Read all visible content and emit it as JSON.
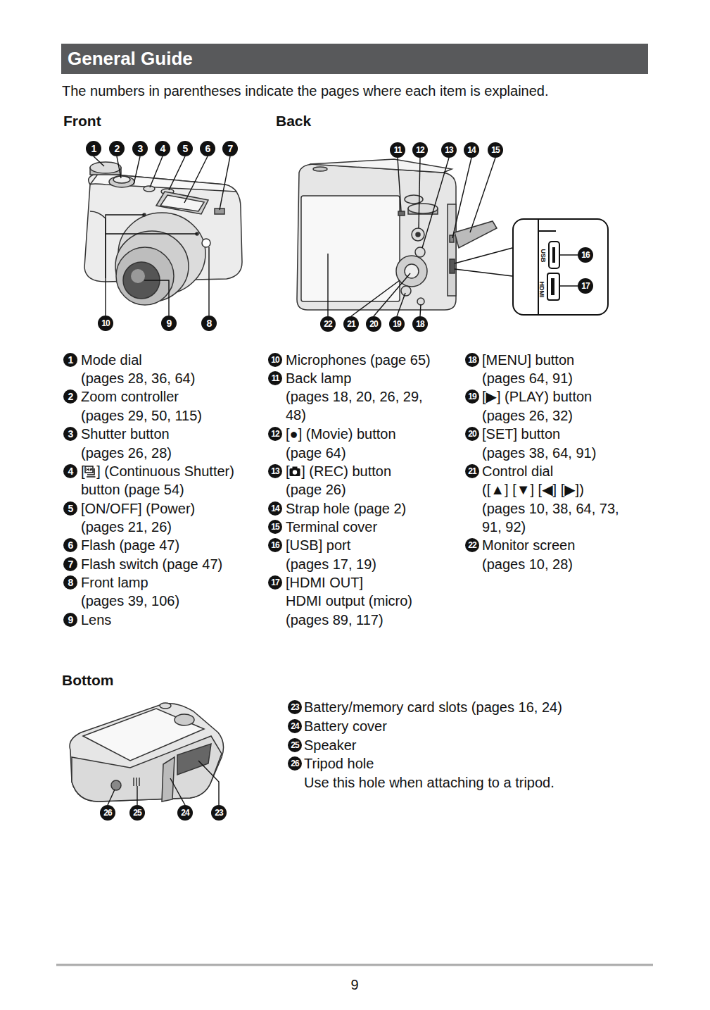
{
  "diagram": {
    "title": "General Guide",
    "nodes": [
      {
        "text": [
          "USB",
          "HDMI"
        ]
      }
    ],
    "labels": [
      "The numbers in parentheses indicate the pages where each item is explained.",
      "Front",
      "Back",
      "1",
      "2",
      "3",
      "4",
      "5",
      "6",
      "7",
      "10",
      "9",
      "8",
      "11",
      "12",
      "13",
      "14",
      "15",
      "16",
      "17",
      "22",
      "21",
      "20",
      "19",
      "18",
      "1",
      "Mode dial",
      "(pages 28, 36, 64)",
      "2",
      "Zoom controller",
      "(pages 29, 50, 115)",
      "3",
      "Shutter button",
      "(pages 26, 28)",
      "4",
      "[   ] (Continuous Shutter) button (page 54)",
      "5",
      "[ON/OFF] (Power)",
      "(pages 21, 26)",
      "6",
      "Flash (page 47)",
      "7",
      "Flash switch (page 47)",
      "8",
      "Front lamp",
      "(pages 39, 106)",
      "9",
      "Lens",
      "10",
      "Microphones (page 65)",
      "11",
      "Back lamp",
      "(pages 18, 20, 26, 29, 48)",
      "12",
      "[●] (Movie) button",
      "(page 64)",
      "13",
      "[   ] (REC) button",
      "(page 26)",
      "14",
      "Strap hole (page 2)",
      "15",
      "Terminal cover",
      "16",
      "[USB] port",
      "(pages 17, 19)",
      "17",
      "[HDMI OUT]",
      "HDMI output (micro)",
      "(pages 89, 117)",
      "18",
      "[MENU] button",
      "(pages 64, 91)",
      "19",
      "[▶] (PLAY) button",
      "(pages 26, 32)",
      "20",
      "[SET] button",
      "(pages 38, 64, 91)",
      "21",
      "Control dial",
      "([▲] [▼] [◀] [▶])",
      "(pages 10, 38, 64, 73, 91, 92)",
      "22",
      "Monitor screen",
      "(pages 10, 28)",
      "Bottom",
      "26",
      "25",
      "24",
      "23",
      "23",
      "Battery/memory card slots (pages 16, 24)",
      "24",
      "Battery cover",
      "25",
      "Speaker",
      "26",
      "Tripod hole",
      "Use this hole when attaching to a tripod.",
      "9"
    ]
  }
}
